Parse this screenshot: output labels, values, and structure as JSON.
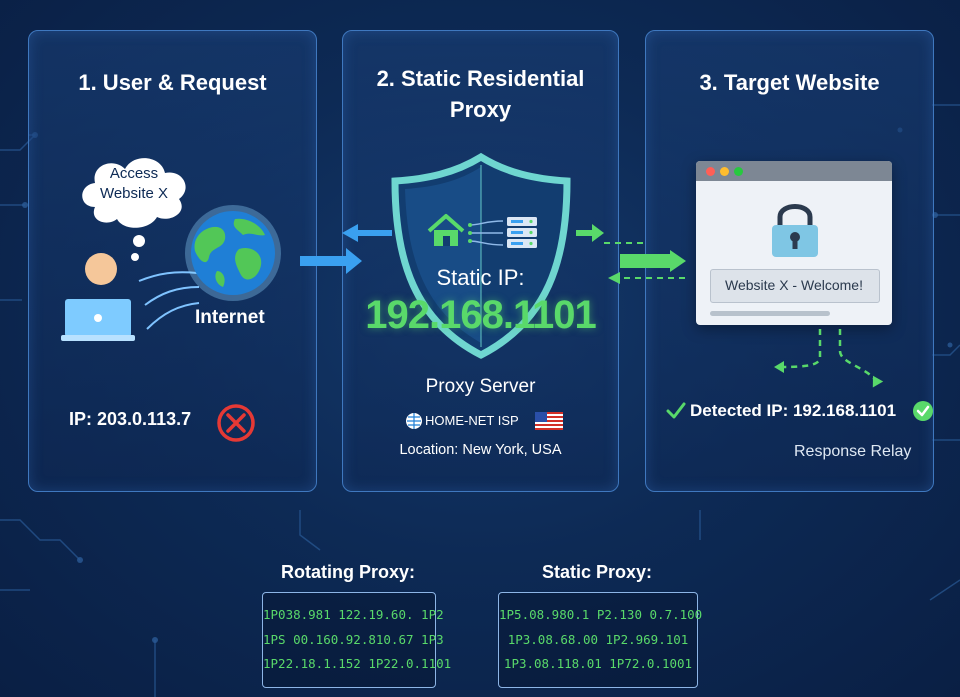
{
  "panels": {
    "user": {
      "title": "1. User & Request",
      "thought": [
        "Access",
        "Website X"
      ],
      "internet_label": "Internet",
      "ip_label": "IP: 203.0.113.7"
    },
    "proxy": {
      "title_line1": "2. Static Residential",
      "title_line2": "Proxy",
      "static_ip_label": "Static IP:",
      "static_ip_value": "192.168.1101",
      "server_label": "Proxy Server",
      "isp_label": "HOME-NET ISP",
      "location_label": "Location: New York, USA"
    },
    "target": {
      "title": "3. Target Website",
      "welcome_text": "Website X - Welcome!",
      "detected_label": "Detected IP: 192.168.1101",
      "relay_label": "Response Relay"
    }
  },
  "comparison": {
    "rotating": {
      "title": "Rotating Proxy:",
      "lines": [
        "1P038.981 122.19.60. 1P2",
        "1PS 00.160.92.810.67 1P3",
        "1P22.18.1.152 1P22.0.1101"
      ]
    },
    "static": {
      "title": "Static Proxy:",
      "lines": [
        "1P5.08.980.1 P2.130 0.7.100",
        "1P3.08.68.00 1P2.969.101",
        "1P3.08.118.01 1P72.0.1001"
      ]
    }
  },
  "colors": {
    "background": "#0d2a55",
    "panel_border": "#3f78bf",
    "accent_green": "#59d96a",
    "arrow_blue": "#3aa0f0",
    "shield_teal": "#6fd6d0",
    "error_red": "#e53935"
  },
  "icons": [
    "user-icon",
    "laptop-icon",
    "globe-icon",
    "thought-bubble-icon",
    "shield-icon",
    "house-icon",
    "server-icon",
    "globe-small-icon",
    "us-flag-icon",
    "browser-icon",
    "padlock-icon",
    "check-box-icon",
    "check-circle-icon",
    "error-x-icon"
  ]
}
